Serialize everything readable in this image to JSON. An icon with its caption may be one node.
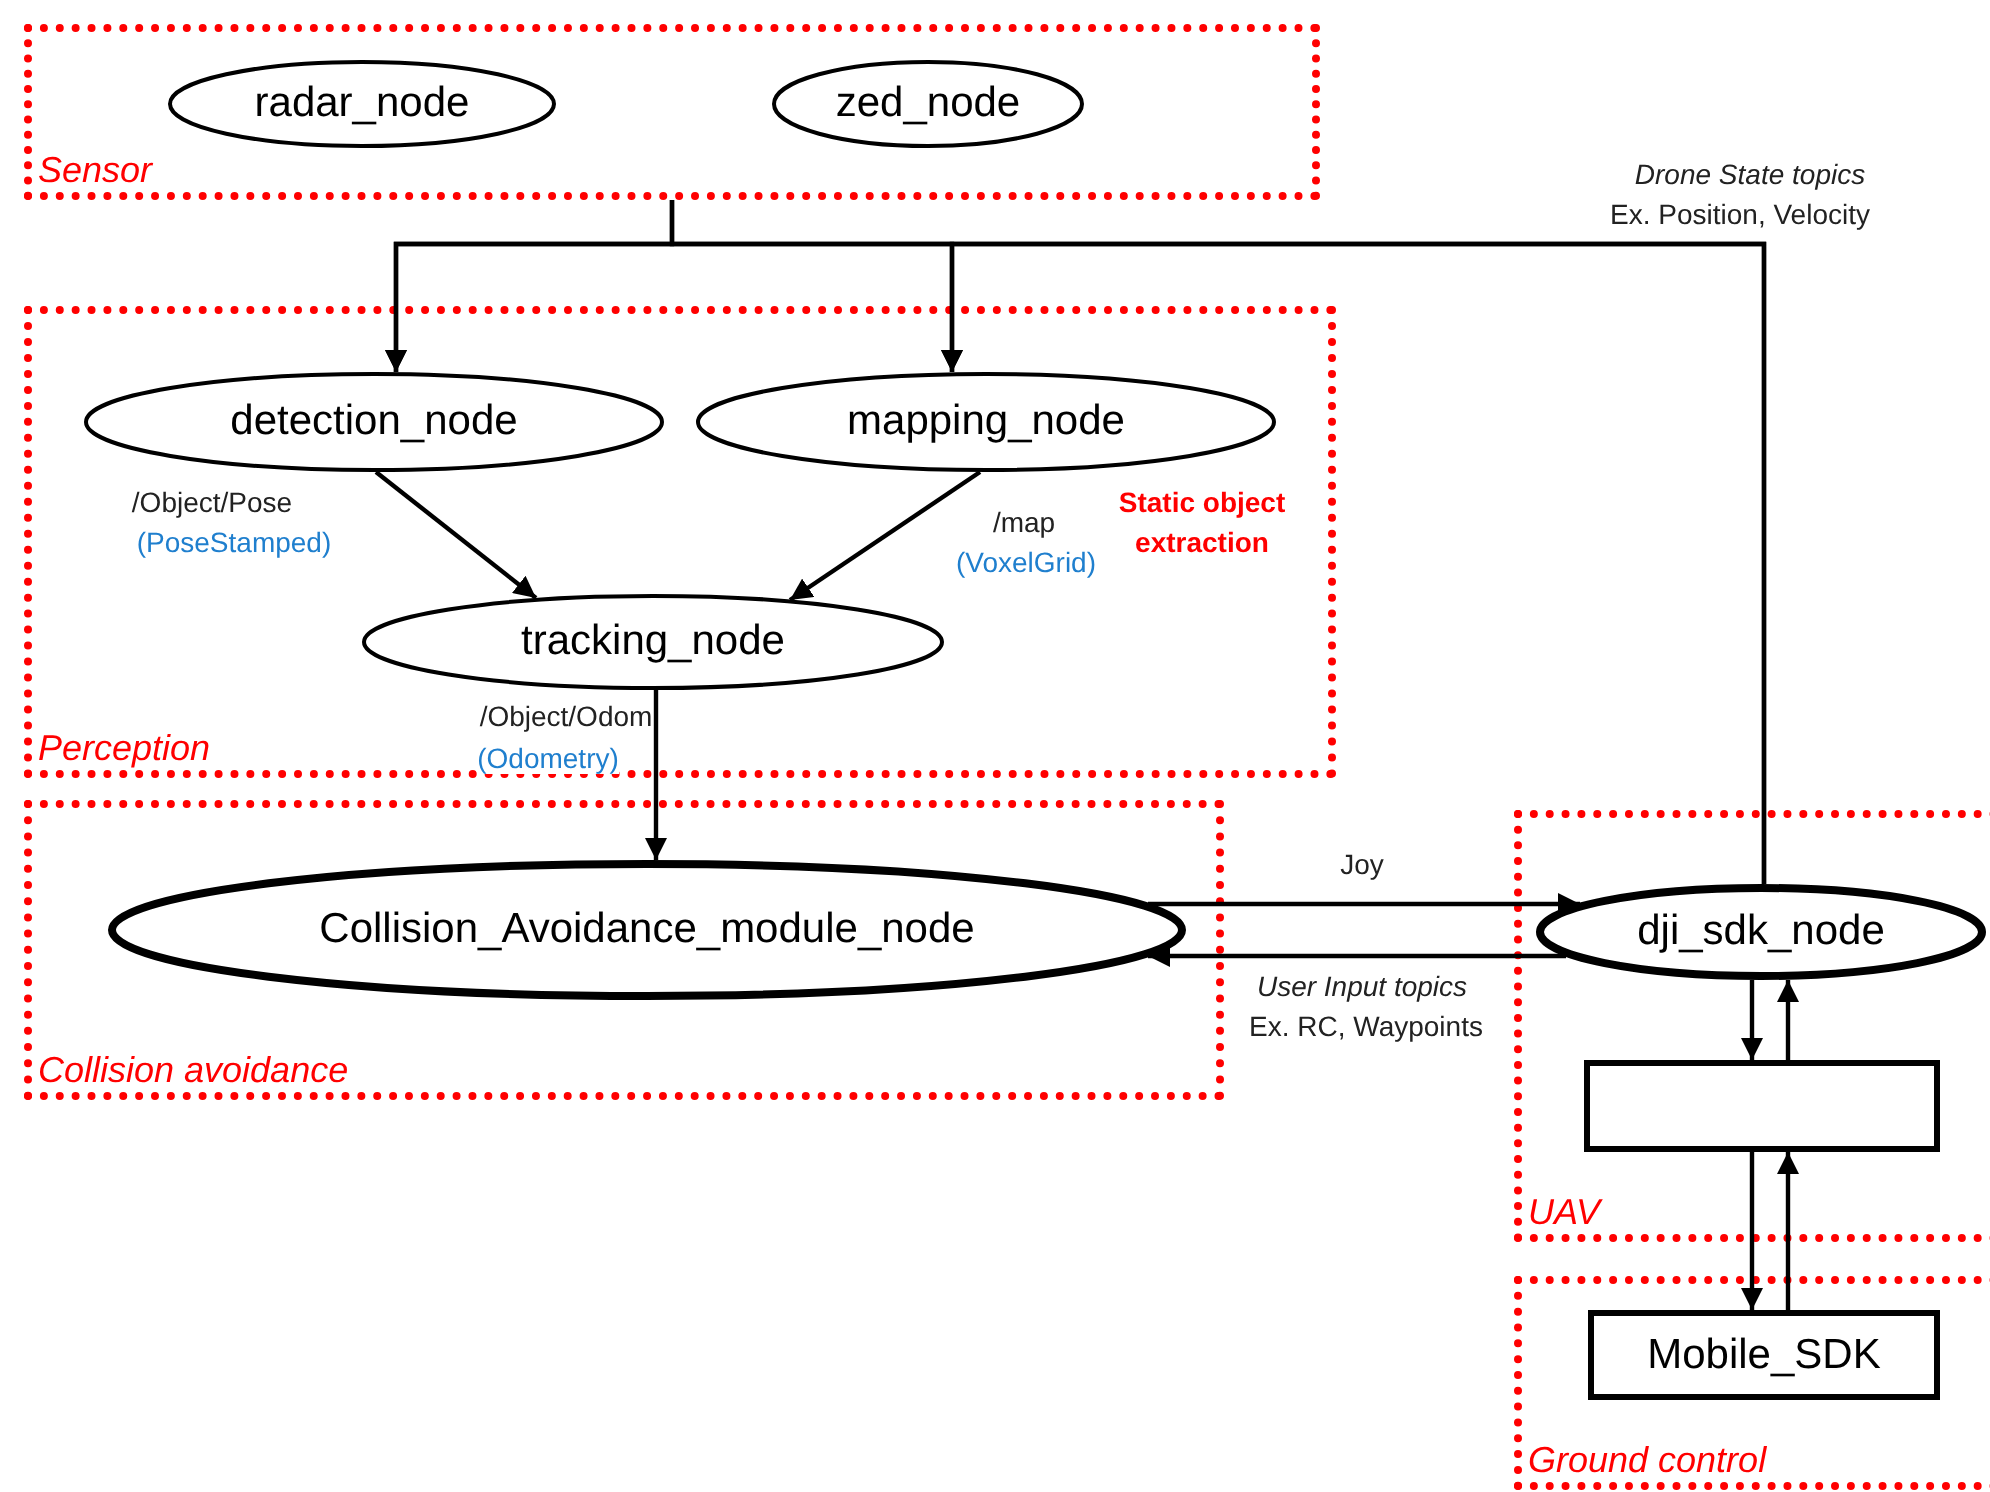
{
  "diagram": {
    "nodes": [
      {
        "text": [
          "Sensor"
        ]
      },
      {
        "text": [
          "radar_node"
        ],
        "in": 0
      },
      {
        "text": [
          "zed_node"
        ],
        "in": 0
      },
      {
        "text": [
          "Perception"
        ]
      },
      {
        "text": [
          "detection_node"
        ],
        "in": 3
      },
      {
        "text": [
          "mapping_node"
        ],
        "in": 3
      },
      {
        "text": [
          "tracking_node"
        ],
        "in": 3
      },
      {
        "text": [
          "Collision avoidance"
        ]
      },
      {
        "text": [
          "Collision_Avoidance_module_node"
        ],
        "in": 7
      },
      {
        "text": [
          "UAV"
        ]
      },
      {
        "text": [
          "dji_sdk_node"
        ],
        "in": 9
      },
      {
        "text": [],
        "shape": "box",
        "in": 9
      },
      {
        "text": [
          "Ground control"
        ]
      },
      {
        "text": [
          "Mobile_SDK"
        ],
        "in": 12
      }
    ],
    "edges": [
      {
        "from": 0,
        "to": 4,
        "arrow": "to"
      },
      {
        "from": 0,
        "to": 5,
        "arrow": "to"
      },
      {
        "from": 10,
        "to": 4,
        "arrow": "to",
        "label": "Drone State topics"
      },
      {
        "from": 10,
        "to": 5,
        "arrow": "to"
      },
      {
        "from": 4,
        "to": 6,
        "arrow": "to",
        "label": "/Object/Pose"
      },
      {
        "from": 5,
        "to": 6,
        "arrow": "to",
        "label": "/map"
      },
      {
        "from": 6,
        "to": 8,
        "arrow": "to",
        "label": "/Object/Odom"
      },
      {
        "from": 8,
        "to": 10,
        "arrow": "to",
        "label": "Joy"
      },
      {
        "from": 10,
        "to": 8,
        "arrow": "to",
        "label": "User Input topics"
      },
      {
        "from": 10,
        "to": 11,
        "arrow": "to"
      },
      {
        "from": 11,
        "to": 10,
        "arrow": "to"
      },
      {
        "from": 11,
        "to": 13,
        "arrow": "to"
      },
      {
        "from": 13,
        "to": 11,
        "arrow": "to"
      }
    ],
    "labels": [
      "Ex. Position, Velocity",
      "(PoseStamped)",
      "Static object extraction",
      "(VoxelGrid)",
      "(Odometry)",
      "Ex. RC, Waypoints"
    ]
  }
}
